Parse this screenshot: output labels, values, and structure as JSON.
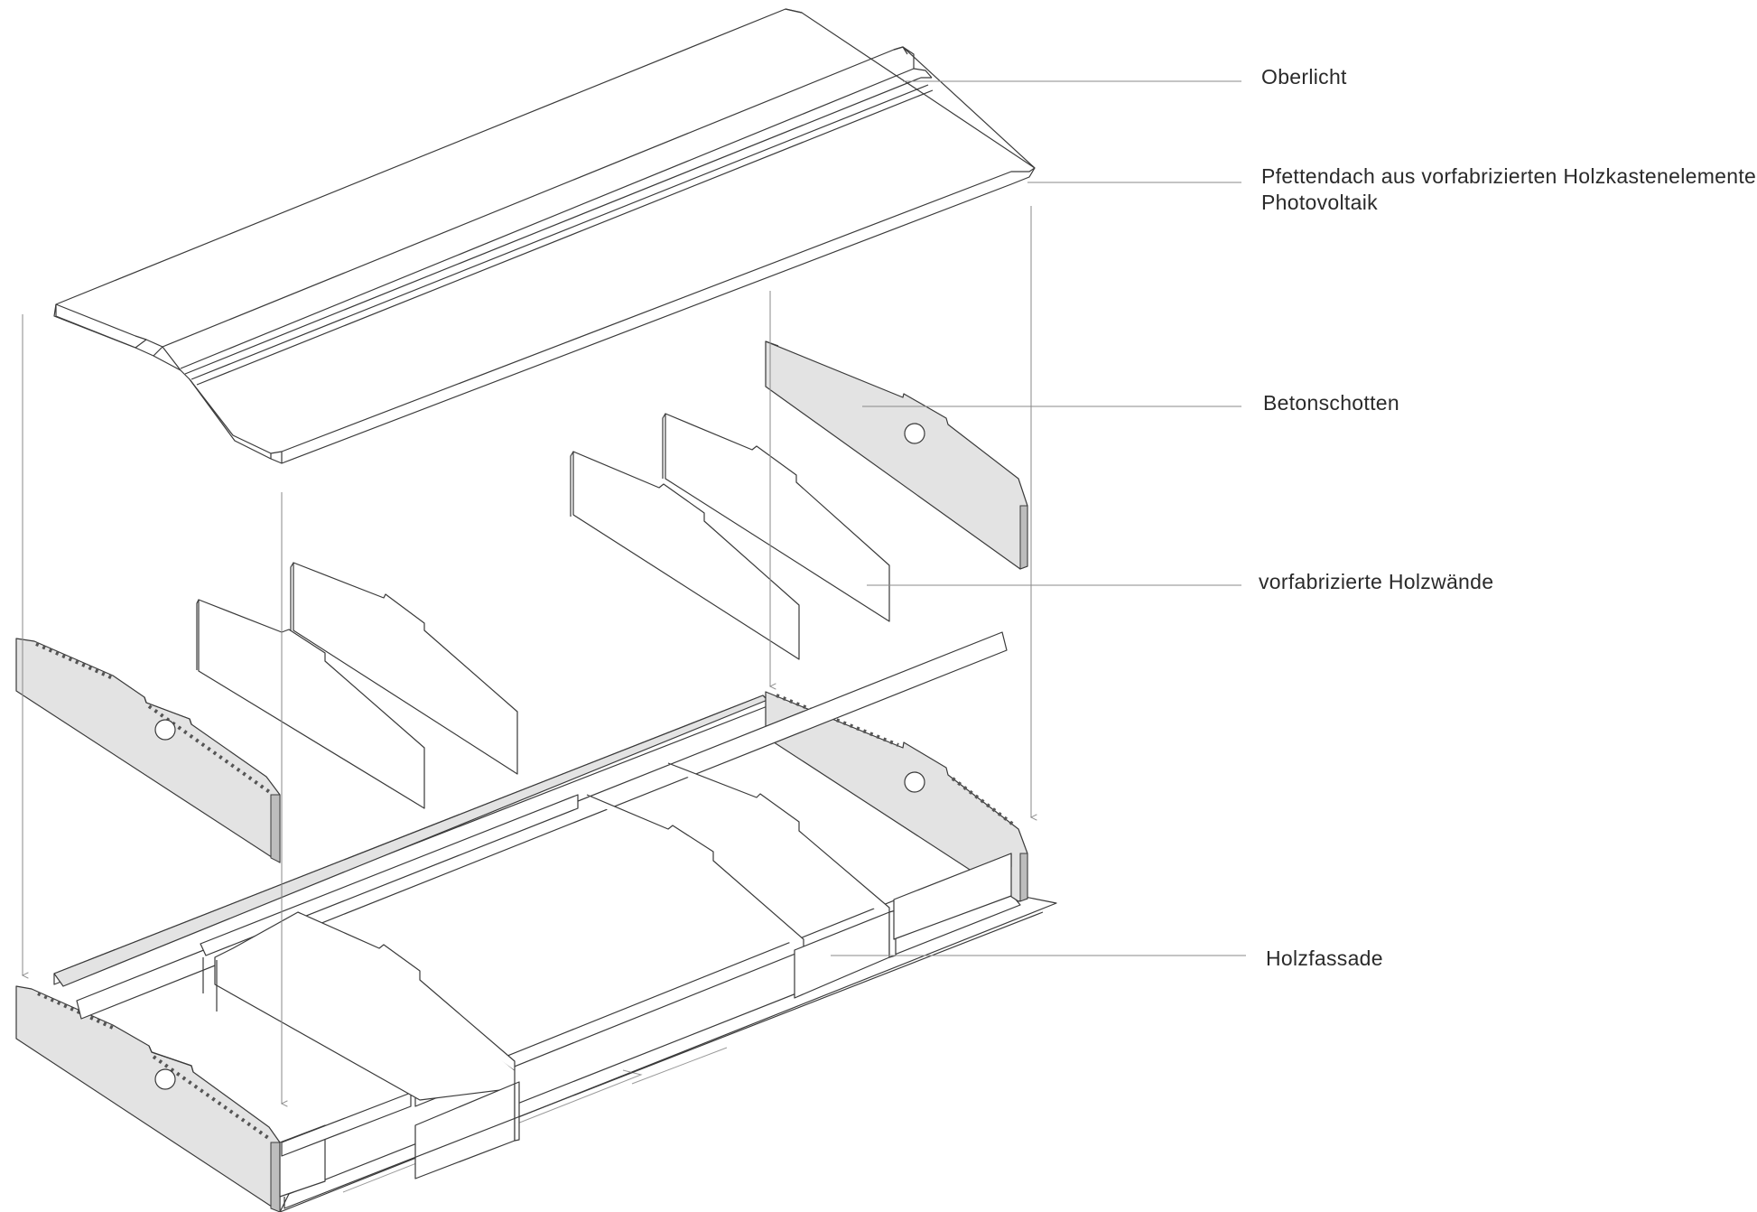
{
  "labels": {
    "oberlicht": "Oberlicht",
    "pfettendach_line1": "Pfettendach aus vorfabrizierten Holzkastenelementen",
    "pfettendach_line2": "Photovoltaik",
    "betonschotten": "Betonschotten",
    "holzwaende": "vorfabrizierte Holzwände",
    "holzfassade": "Holzfassade"
  },
  "colors": {
    "line": "#3a3a3a",
    "concrete_fill": "#e3e3e3",
    "leader": "#8a8a8a",
    "background": "#ffffff"
  }
}
